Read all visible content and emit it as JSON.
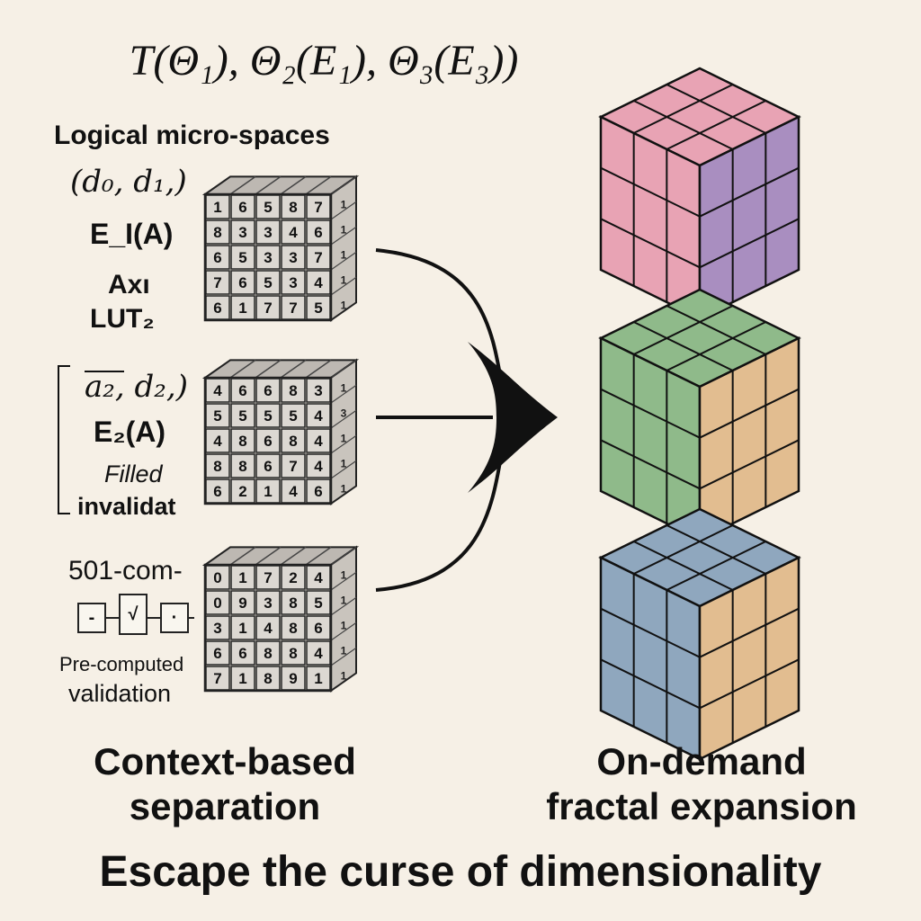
{
  "formula": "T(Θ₁), Θ₂(E₁), Θ₃(E₃))",
  "left_labels": {
    "heading": "Logical micro-spaces",
    "group1": [
      "(d₀, d₁,)",
      "E_I(A)",
      "Axı",
      "LUT₂"
    ],
    "group2": [
      "a₂, d₂,)",
      "E₂(A)",
      "Filled",
      "invalidat"
    ],
    "group3": [
      "501-com-",
      "Pre-computed",
      "validation"
    ],
    "checkboxes": [
      "-",
      "√",
      "·"
    ]
  },
  "grids": [
    {
      "name": "grid-1",
      "rows": [
        [
          "1",
          "6",
          "5",
          "8",
          "7"
        ],
        [
          "8",
          "3",
          "3",
          "4",
          "6"
        ],
        [
          "6",
          "5",
          "3",
          "3",
          "7"
        ],
        [
          "7",
          "6",
          "5",
          "3",
          "4"
        ],
        [
          "6",
          "1",
          "7",
          "7",
          "5"
        ]
      ],
      "side": [
        "1",
        "1",
        "1",
        "1",
        "1"
      ]
    },
    {
      "name": "grid-2",
      "rows": [
        [
          "4",
          "6",
          "6",
          "8",
          "3"
        ],
        [
          "5",
          "5",
          "5",
          "5",
          "4"
        ],
        [
          "4",
          "8",
          "6",
          "8",
          "4"
        ],
        [
          "8",
          "8",
          "6",
          "7",
          "4"
        ],
        [
          "6",
          "2",
          "1",
          "4",
          "6"
        ]
      ],
      "side": [
        "1",
        "3",
        "1",
        "1",
        "1"
      ]
    },
    {
      "name": "grid-3",
      "rows": [
        [
          "0",
          "1",
          "7",
          "2",
          "4"
        ],
        [
          "0",
          "9",
          "3",
          "8",
          "5"
        ],
        [
          "3",
          "1",
          "4",
          "8",
          "6"
        ],
        [
          "6",
          "6",
          "8",
          "8",
          "4"
        ],
        [
          "7",
          "1",
          "8",
          "9",
          "1"
        ]
      ],
      "side": [
        "1",
        "1",
        "1",
        "1",
        "1"
      ]
    }
  ],
  "cubes": [
    {
      "name": "pink-purple-cube",
      "top": "#e8a3b4",
      "left": "#e8a3b4",
      "right": "#a98ec0"
    },
    {
      "name": "green-tan-cube",
      "top": "#8fba8a",
      "left": "#8fba8a",
      "right": "#e2bd90"
    },
    {
      "name": "blue-tan-cube",
      "top": "#8fa7be",
      "left": "#8fa7be",
      "right": "#e2bd90"
    }
  ],
  "captions": {
    "left": [
      "Context-based",
      "separation"
    ],
    "right": [
      "On-demand",
      "fractal expansion"
    ]
  },
  "footer": "Escape the curse of dimensionality"
}
